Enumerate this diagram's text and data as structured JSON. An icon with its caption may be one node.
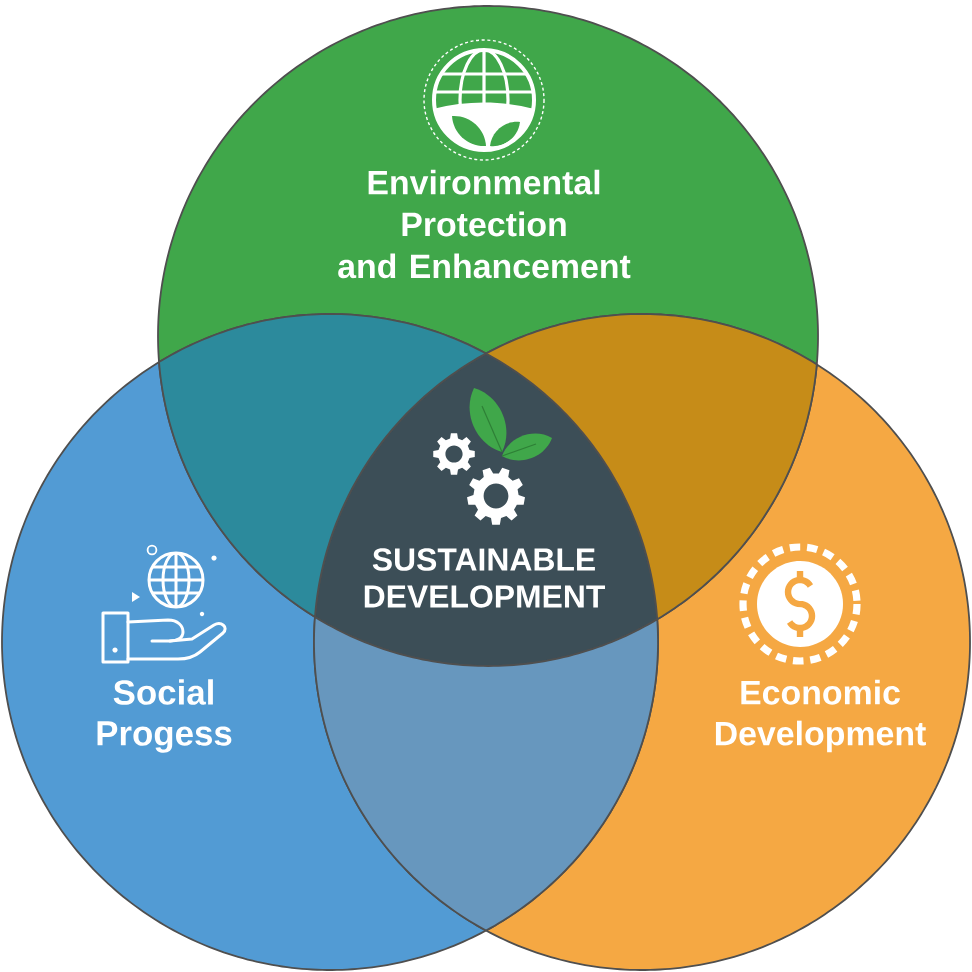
{
  "diagram": {
    "nodes": [
      {
        "text": [
          "Environmental Protection and Enhancement"
        ]
      },
      {
        "text": [
          "SUSTAINABLE DEVELOPMENT"
        ]
      },
      {
        "text": [
          "Social Progess"
        ]
      },
      {
        "text": [
          "Economic Development"
        ]
      },
      {
        "text": [],
        "shape": "lens"
      },
      {
        "text": [],
        "shape": "lens"
      },
      {
        "text": [],
        "shape": "lens"
      }
    ]
  }
}
